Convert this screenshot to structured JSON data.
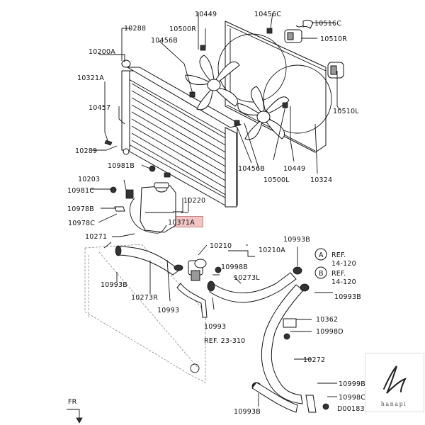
{
  "diagram": {
    "labels": {
      "p10449_top": "10449",
      "p10456C": "10456C",
      "p10516C": "10516C",
      "p10288": "10288",
      "p10500R": "10500R",
      "p10510R": "10510R",
      "p10200A": "10200A",
      "p10456B_top": "10456B",
      "p10321A": "10321A",
      "p10457": "10457",
      "p10510L": "10510L",
      "p10289": "10289",
      "p10456B_mid": "10456B",
      "p10449_mid": "10449",
      "p10981B": "10981B",
      "p10500L": "10500L",
      "p10324": "10324",
      "p10203": "10203",
      "p10981C": "10981C",
      "p10220": "10220",
      "p10978B": "10978B",
      "p10978C": "10978C",
      "p10371A": "10371A",
      "p10271": "10271",
      "p10210": "10210",
      "p10210A": "10210A",
      "p10993B_right": "10993B",
      "p10998B": "10998B",
      "p10273L": "10273L",
      "p10993B_left": "10993B",
      "p10273R": "10273R",
      "p10993": "10993",
      "p10993B_ref": "10993B",
      "p10993_low": "10993",
      "p10362": "10362",
      "p10998D": "10998D",
      "p10272": "10272",
      "p10999B": "10999B",
      "p10998C": "10998C",
      "p10993B_bottom": "10993B",
      "ref_a_text": "REF.",
      "ref_a_num": "14-120",
      "ref_b_text": "REF.",
      "ref_b_num": "14-120",
      "ref_23": "REF. 23-310",
      "circle_a": "A",
      "circle_b": "B",
      "fr": "FR",
      "drawing_id": "D00183"
    },
    "logo_text": "hanapi",
    "highlight_part": "10371A"
  }
}
